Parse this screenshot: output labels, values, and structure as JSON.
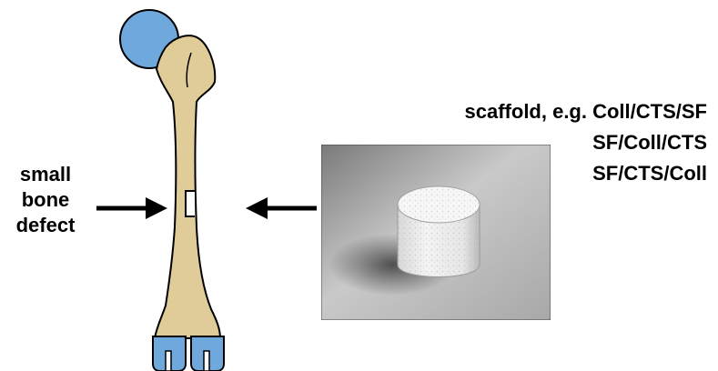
{
  "defect_label": {
    "line1": "small",
    "line2": "bone",
    "line3": "defect"
  },
  "scaffold_label": {
    "line1": "scaffold, e.g. Coll/CTS/SF",
    "line2": "SF/Coll/CTS",
    "line3": "SF/CTS/Coll"
  },
  "colors": {
    "bone_fill": "#e0cc98",
    "cartilage_fill": "#6ea8dd",
    "outline": "#000000"
  },
  "icons": {
    "bone": "femur-illustration",
    "left_arrow": "arrow-right-icon",
    "right_arrow": "arrow-left-icon",
    "scaffold_photo": "scaffold-photo"
  }
}
